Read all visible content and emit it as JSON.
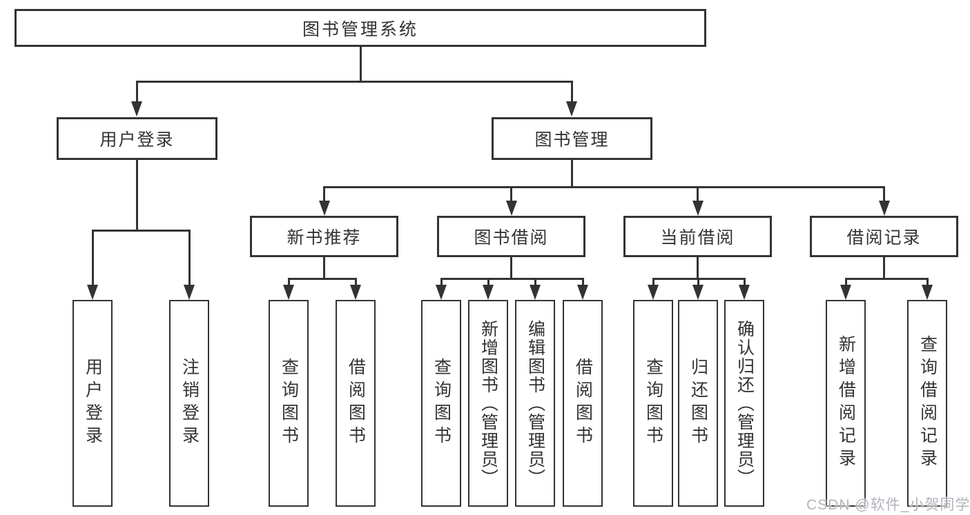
{
  "diagram": {
    "type": "hierarchy-tree",
    "title": "图书管理系统",
    "hierarchy": {
      "图书管理系统": {
        "用户登录": [
          "用户登录",
          "注销登录"
        ],
        "图书管理": {
          "新书推荐": [
            "查询图书",
            "借阅图书"
          ],
          "图书借阅": [
            "查询图书",
            "新增图书（管理员）",
            "编辑图书（管理员）",
            "借阅图书"
          ],
          "当前借阅": [
            "查询图书",
            "归还图书",
            "确认归还（管理员）"
          ],
          "借阅记录": [
            "新增借阅记录",
            "查询借阅记录"
          ]
        }
      }
    }
  },
  "nodes": {
    "root": "图书管理系统",
    "l2": [
      "用户登录",
      "图书管理"
    ],
    "l3": [
      "新书推荐",
      "图书借阅",
      "当前借阅",
      "借阅记录"
    ],
    "leaves": [
      "用户登录",
      "注销登录",
      "查询图书",
      "借阅图书",
      "查询图书",
      "新增图书（管理员）",
      "编辑图书（管理员）",
      "借阅图书",
      "查询图书",
      "归还图书",
      "确认归还（管理员）",
      "新增借阅记录",
      "查询借阅记录"
    ]
  },
  "watermark": "CSDN @软件_小贺同学",
  "colors": {
    "line": "#333333",
    "text": "#333333",
    "background": "#ffffff",
    "watermark": "#b0b4ba"
  }
}
